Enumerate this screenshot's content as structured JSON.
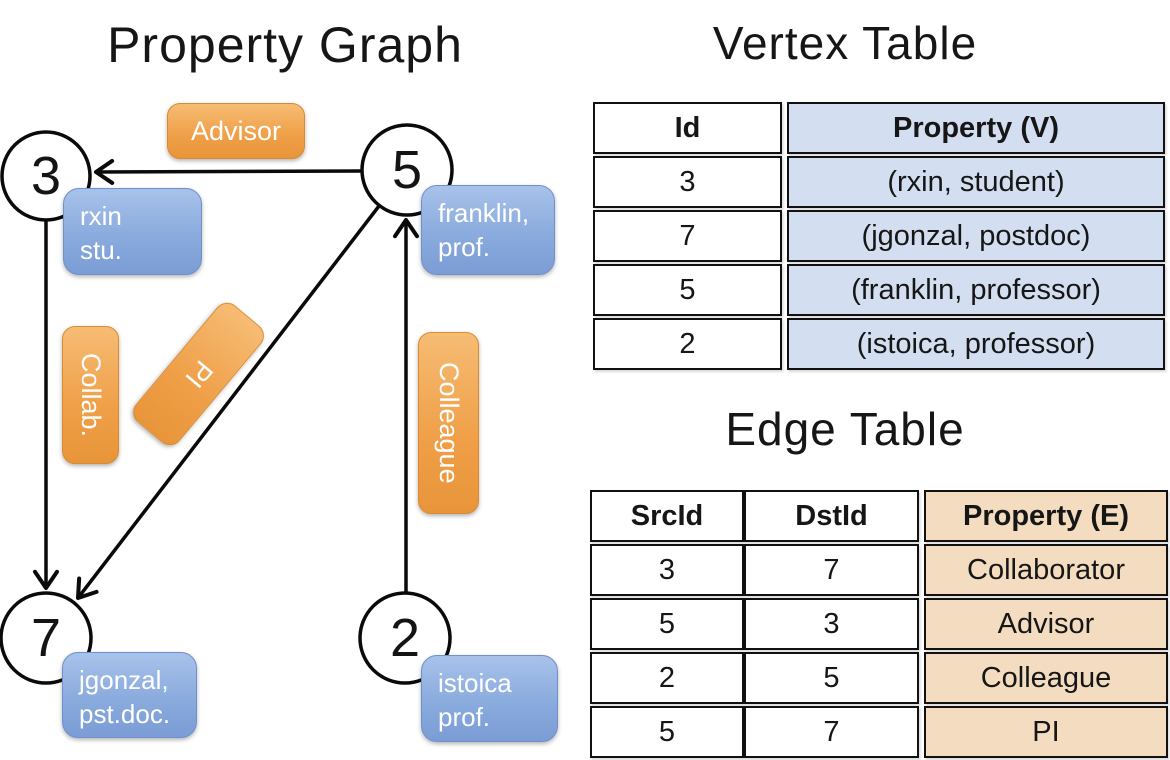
{
  "graph": {
    "title": "Property Graph",
    "vertices": [
      {
        "id": "3",
        "line1": "rxin",
        "line2": "stu."
      },
      {
        "id": "5",
        "line1": "franklin,",
        "line2": "prof."
      },
      {
        "id": "7",
        "line1": "jgonzal,",
        "line2": "pst.doc."
      },
      {
        "id": "2",
        "line1": "istoica",
        "line2": "prof."
      }
    ],
    "edge_labels": {
      "advisor": "Advisor",
      "collab": "Collab.",
      "pi": "PI",
      "colleague": "Colleague"
    }
  },
  "vertex_table": {
    "title": "Vertex Table",
    "col_id": "Id",
    "col_property": "Property (V)",
    "rows": [
      {
        "id": "3",
        "property": "(rxin, student)"
      },
      {
        "id": "7",
        "property": "(jgonzal, postdoc)"
      },
      {
        "id": "5",
        "property": "(franklin, professor)"
      },
      {
        "id": "2",
        "property": "(istoica, professor)"
      }
    ]
  },
  "edge_table": {
    "title": "Edge Table",
    "col_src": "SrcId",
    "col_dst": "DstId",
    "col_property": "Property (E)",
    "rows": [
      {
        "src": "3",
        "dst": "7",
        "property": "Collaborator"
      },
      {
        "src": "5",
        "dst": "3",
        "property": "Advisor"
      },
      {
        "src": "2",
        "dst": "5",
        "property": "Colleague"
      },
      {
        "src": "5",
        "dst": "7",
        "property": "PI"
      }
    ]
  },
  "colors": {
    "vertex_property_bg": "#d3def1",
    "edge_property_bg": "#f3dcc0",
    "orange_label": "#ef9f47",
    "blue_label": "#8aabdd",
    "line": "#0a0a0a"
  }
}
